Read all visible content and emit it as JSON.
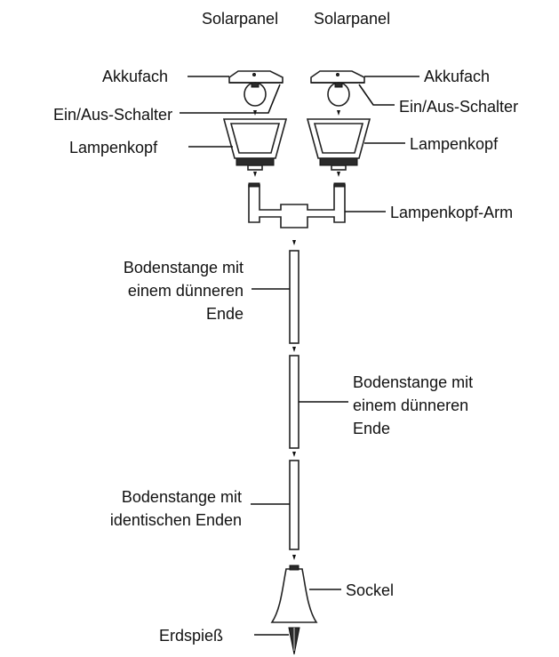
{
  "labels": {
    "solarpanel_left": "Solarpanel",
    "solarpanel_right": "Solarpanel",
    "akkufach_left": "Akkufach",
    "akkufach_right": "Akkufach",
    "schalter_left": "Ein/Aus-Schalter",
    "schalter_right": "Ein/Aus-Schalter",
    "lampenkopf_left": "Lampenkopf",
    "lampenkopf_right": "Lampenkopf",
    "lampenkopf_arm": "Lampenkopf-Arm",
    "stange1": [
      "Bodenstange mit",
      "einem dünneren",
      "Ende"
    ],
    "stange2": [
      "Bodenstange mit",
      "einem dünneren",
      "Ende"
    ],
    "stange3": [
      "Bodenstange mit",
      "identischen Enden"
    ],
    "sockel": "Sockel",
    "erdspiess": "Erdspieß"
  },
  "colors": {
    "line": "#111111",
    "fill": "#ffffff",
    "dark": "#2b2b2b"
  }
}
